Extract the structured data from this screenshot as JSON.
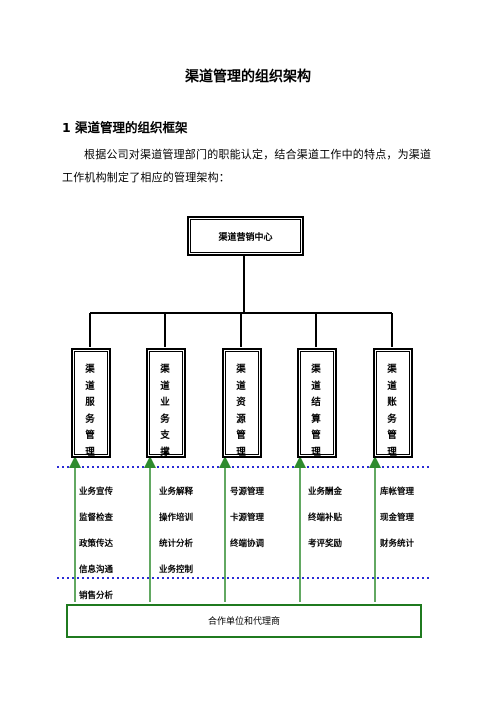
{
  "doc": {
    "title": "渠道管理的组织架构",
    "section_heading": "1 渠道管理的组织框架",
    "paragraph": "根据公司对渠道管理部门的职能认定，结合渠道工作中的特点，为渠道工作机构制定了相应的管理架构："
  },
  "org": {
    "top": "渠道营销中心",
    "departments": [
      {
        "label": "渠道服务管理",
        "items": [
          "业务宣传",
          "监督检查",
          "政策传达",
          "信息沟通",
          "销售分析"
        ]
      },
      {
        "label": "渠道业务支撑",
        "items": [
          "业务解释",
          "操作培训",
          "统计分析",
          "业务控制"
        ]
      },
      {
        "label": "渠道资源管理",
        "items": [
          "号源管理",
          "卡源管理",
          "终端协调"
        ]
      },
      {
        "label": "渠道结算管理",
        "items": [
          "业务酬金",
          "终端补贴",
          "考评奖励"
        ]
      },
      {
        "label": "渠道账务管理",
        "items": [
          "库帐管理",
          "现金管理",
          "财务统计"
        ]
      }
    ],
    "bottom": "合作单位和代理商"
  },
  "colors": {
    "dotted_line": "#2b2bd6",
    "arrow": "#2e8b2e",
    "connector": "#000000",
    "bottom_border": "#1f7a1f"
  }
}
